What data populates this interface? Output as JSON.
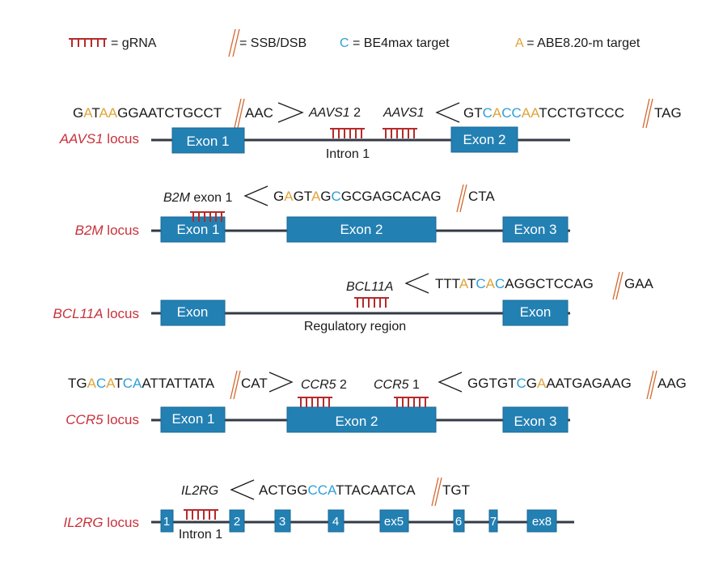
{
  "legend": {
    "grna_label": "= gRNA",
    "cut_label": "= SSB/DSB",
    "c_letter": "C",
    "c_label": " = BE4max target",
    "a_letter": "A",
    "a_label": " = ABE8.20-m target"
  },
  "colors": {
    "exon": "#2380b3",
    "locus_label": "#c8323c",
    "grna": "#b62a2a",
    "cut": "#d2692f",
    "c_target": "#2e9fd8",
    "a_target": "#e0a43a"
  },
  "loci": {
    "aavs1": {
      "name_italic": "AAVS1",
      "name_suffix": " locus",
      "exons": [
        "Exon 1",
        "Exon 2"
      ],
      "intron": "Intron 1",
      "guide_left_italic": "AAVS1",
      "guide_left_num": " 2",
      "guide_right_italic": "AAVS1",
      "seq_left": "GATAAGGAATCTGCCT",
      "seq_left_after_cut": "AAC",
      "seq_right": "GTCACCAATCCTGTCCC",
      "seq_right_after_cut": "TAG"
    },
    "b2m": {
      "name_italic": "B2M",
      "name_suffix": " locus",
      "exons": [
        "Exon 1",
        "Exon 2",
        "Exon 3"
      ],
      "guide_italic": "B2M",
      "guide_suffix": " exon 1",
      "seq": "GAGTAGCGCGAGCACAG",
      "seq_after_cut": "CTA"
    },
    "bcl11a": {
      "name_italic": "BCL11A",
      "name_suffix": " locus",
      "exons": [
        "Exon",
        "Exon"
      ],
      "region": "Regulatory region",
      "guide_italic": "BCL11A",
      "seq": "TTTATCACAGGCTCCAG",
      "seq_after_cut": "GAA"
    },
    "ccr5": {
      "name_italic": "CCR5",
      "name_suffix": " locus",
      "exons": [
        "Exon 1",
        "Exon 2",
        "Exon 3"
      ],
      "guide_left_italic": "CCR5",
      "guide_left_num": " 2",
      "guide_right_italic": "CCR5",
      "guide_right_num": " 1",
      "seq_left": "TGACATCAATTATTATA",
      "seq_left_after_cut": "CAT",
      "seq_right": "GGTGTCGAAATGAGAAG",
      "seq_right_after_cut": "AAG"
    },
    "il2rg": {
      "name_italic": "IL2RG",
      "name_suffix": " locus",
      "exons": [
        "1",
        "2",
        "3",
        "4",
        "ex5",
        "6",
        "7",
        "ex8"
      ],
      "intron": "Intron 1",
      "guide_italic": "IL2RG",
      "seq": "ACTGGCCATTACAATCA",
      "seq_after_cut": "TGT"
    }
  }
}
